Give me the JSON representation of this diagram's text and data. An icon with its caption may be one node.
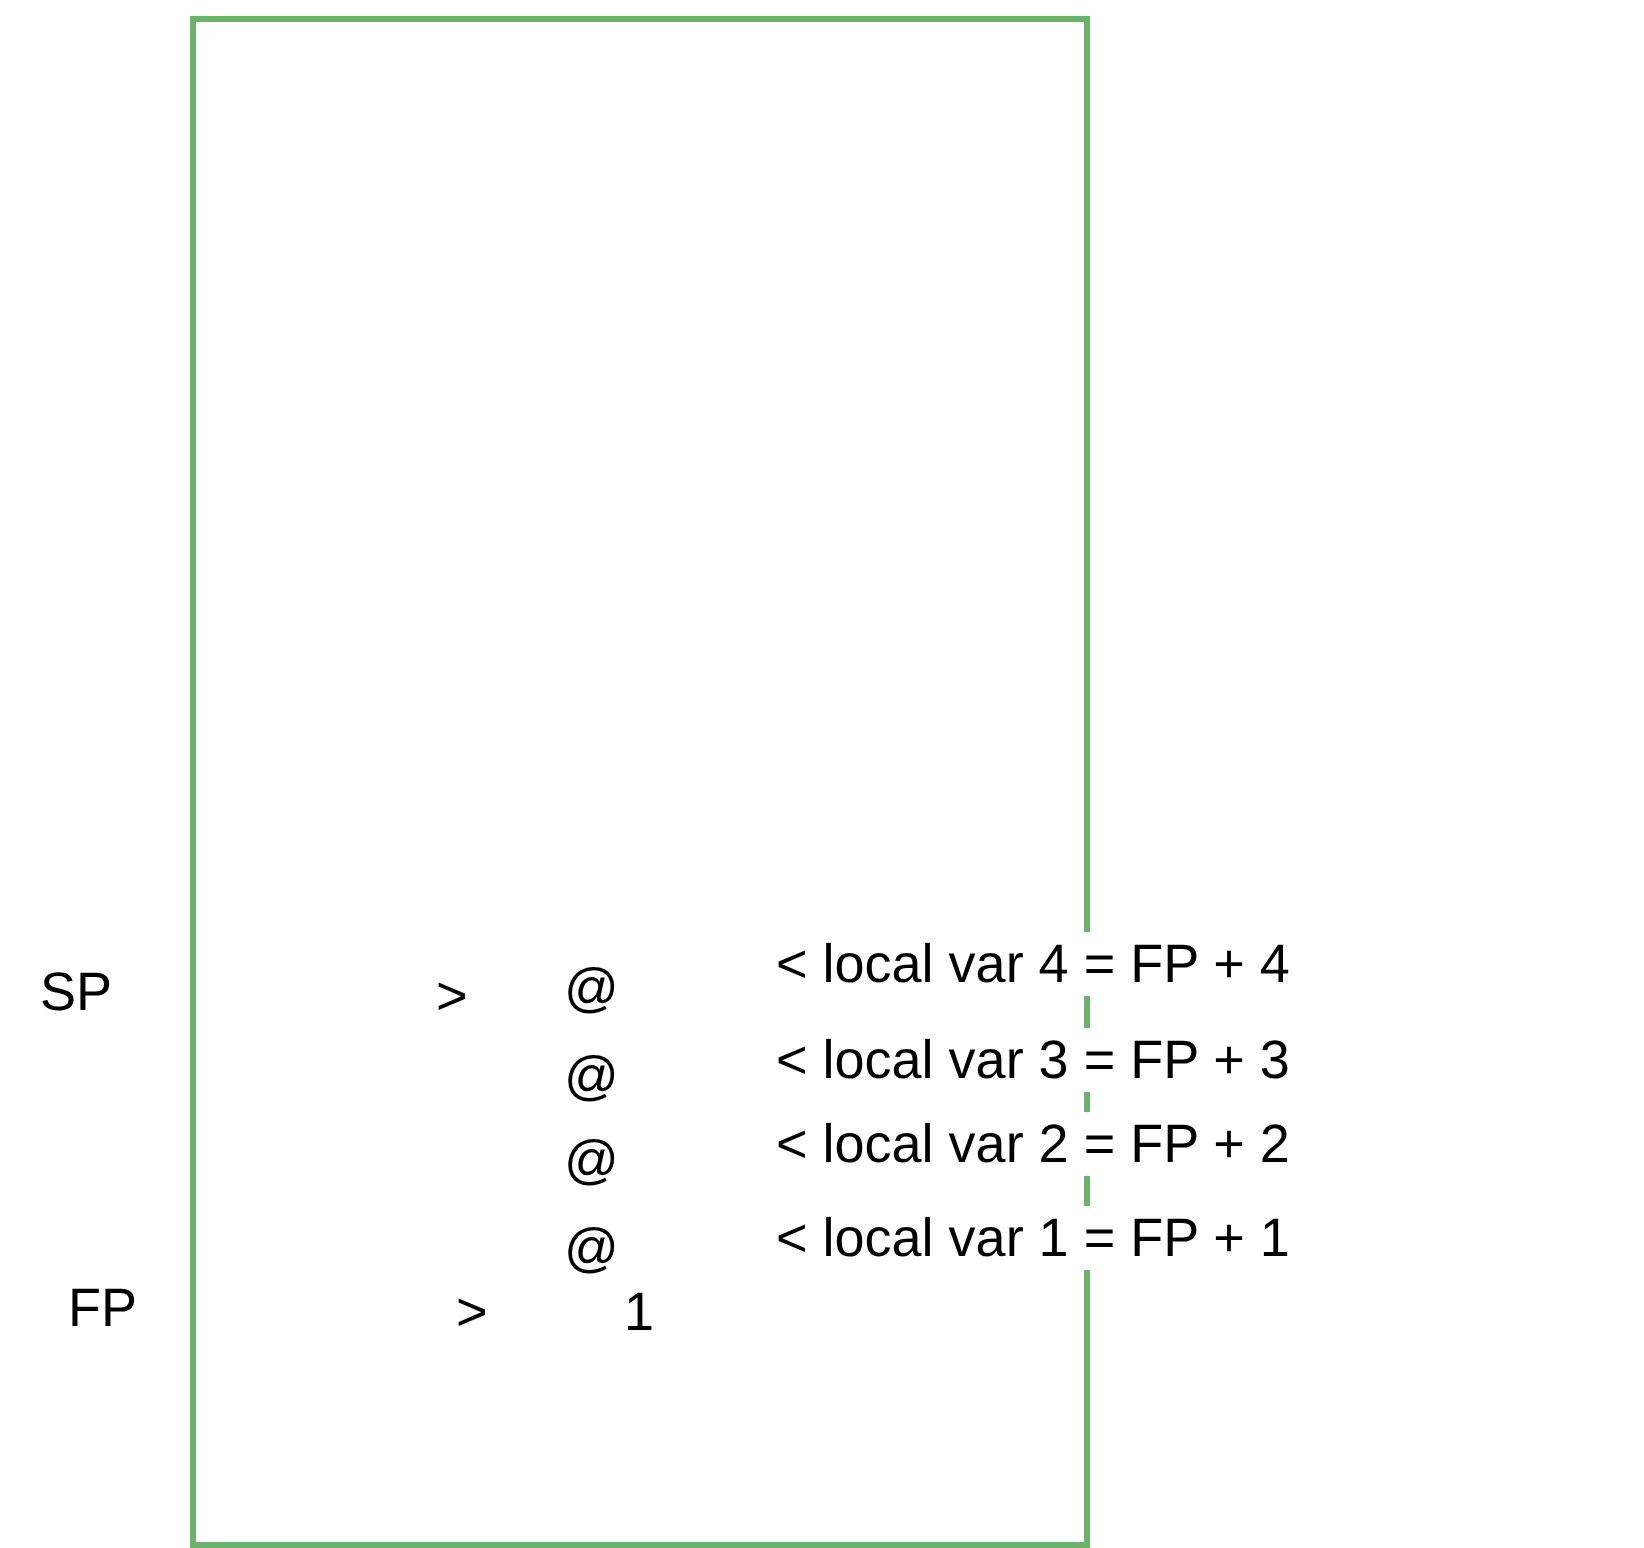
{
  "diagram": {
    "labels": [
      "SP",
      ">",
      "@",
      "< local var 4 = FP + 4",
      "@",
      "< local var 3 = FP + 3",
      "@",
      "< local var 2 = FP + 2",
      "@",
      "< local var 1 = FP + 1",
      "FP",
      ">",
      "1"
    ]
  }
}
